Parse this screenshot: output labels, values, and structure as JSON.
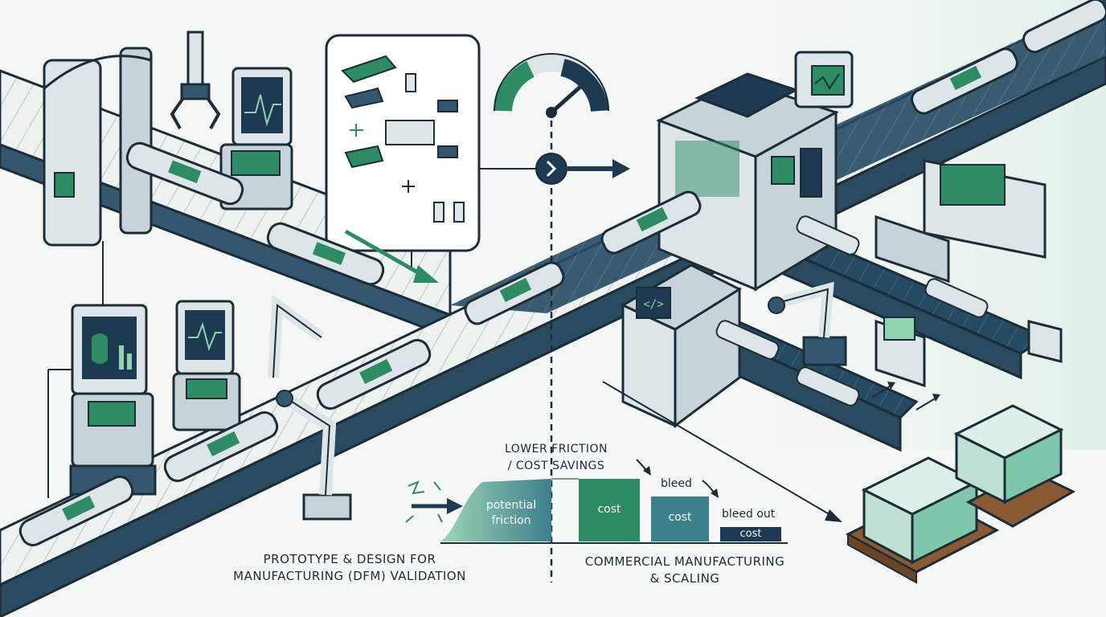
{
  "labels": {
    "left_stage_line1": "PROTOTYPE & DESIGN FOR",
    "left_stage_line2": "MANUFACTURING (DFM) VALIDATION",
    "right_stage_line1": "COMMERCIAL MANUFACTURING",
    "right_stage_line2": "& SCALING",
    "middle_line1": "LOWER FRICTION",
    "middle_line2": "/ COST SAVINGS"
  },
  "cost_chart": {
    "friction_line1": "potential",
    "friction_line2": "friction",
    "bar1": "cost",
    "bar2": "cost",
    "bar3": "cost",
    "bleed": "bleed",
    "bleed_out": "bleed out"
  },
  "colors": {
    "navy": "#1e3a52",
    "green": "#2e8b63",
    "teal": "#3e7f8c",
    "light_green": "#c6e5d2"
  }
}
